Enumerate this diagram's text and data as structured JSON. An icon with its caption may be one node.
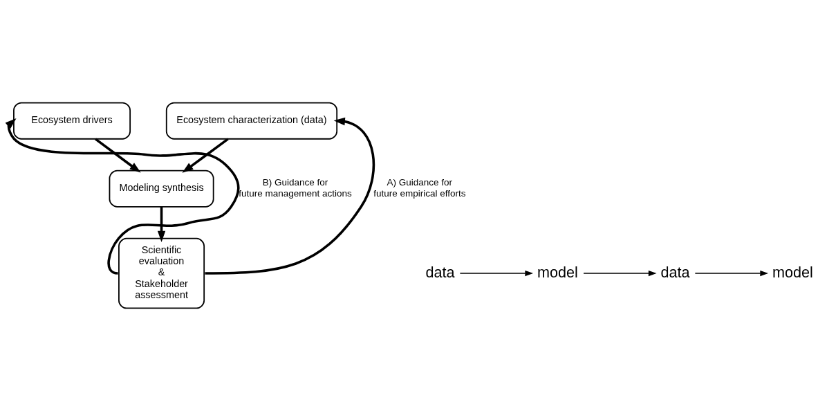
{
  "diagram": {
    "nodes": [
      {
        "text": [
          "Ecosystem drivers"
        ]
      },
      {
        "text": [
          "Ecosystem characterization (data)"
        ]
      },
      {
        "text": [
          "Modeling synthesis"
        ]
      },
      {
        "text": [
          "Scientific evaluation & Stakeholder assessment"
        ]
      },
      {
        "text": [
          "data"
        ]
      },
      {
        "text": [
          "model"
        ]
      },
      {
        "text": [
          "data"
        ]
      },
      {
        "text": [
          "model"
        ]
      }
    ],
    "edges": [
      {
        "from": 0,
        "to": 2,
        "arrow": "to"
      },
      {
        "from": 1,
        "to": 2,
        "arrow": "to"
      },
      {
        "from": 2,
        "to": 3,
        "arrow": "to"
      },
      {
        "from": 3,
        "to": 0,
        "arrow": "to",
        "label": "B) Guidance for future management actions"
      },
      {
        "from": 3,
        "to": 1,
        "arrow": "to",
        "label": "A) Guidance for future empirical efforts"
      },
      {
        "from": 4,
        "to": 5,
        "arrow": "to"
      },
      {
        "from": 5,
        "to": 6,
        "arrow": "to"
      },
      {
        "from": 6,
        "to": 7,
        "arrow": "to"
      }
    ]
  }
}
